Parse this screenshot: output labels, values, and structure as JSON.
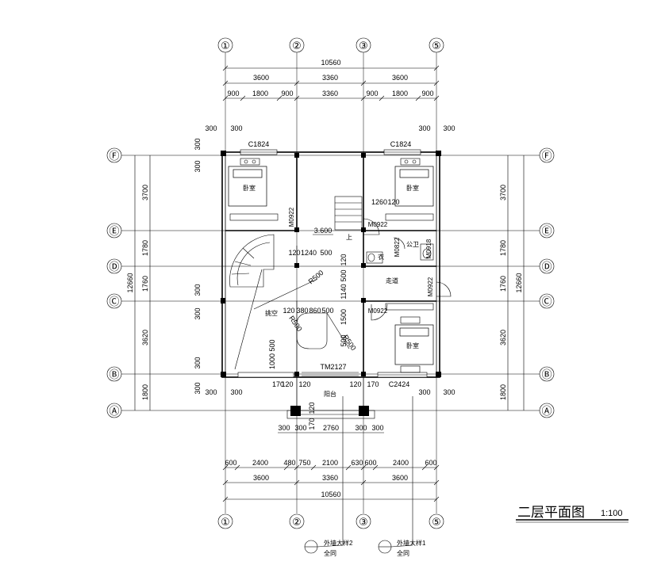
{
  "title": {
    "text": "二层平面图",
    "scale": "1:100"
  },
  "axes_vertical": [
    "①",
    "②",
    "③",
    "⑤"
  ],
  "axes_horizontal": [
    "Ⓕ",
    "Ⓔ",
    "Ⓓ",
    "Ⓒ",
    "Ⓑ",
    "Ⓐ"
  ],
  "dims_top": {
    "total": "10560",
    "mid": [
      "3600",
      "3360",
      "3600"
    ],
    "detail": [
      "900",
      "1800",
      "900",
      "3360",
      "900",
      "1800",
      "900"
    ]
  },
  "dims_bottom": {
    "detail": [
      "600",
      "2400",
      "480",
      "750",
      "2100",
      "630",
      "600",
      "2400",
      "600"
    ],
    "mid": [
      "3600",
      "3360",
      "3600"
    ],
    "total": "10560"
  },
  "dims_side": {
    "parts": [
      "3700",
      "1780",
      "1760",
      "3620",
      "1800"
    ],
    "total": "12660"
  },
  "small_dims": [
    "300",
    "300",
    "300",
    "300",
    "300",
    "300",
    "300",
    "300",
    "300",
    "300",
    "300",
    "300",
    "300",
    "300"
  ],
  "windows": [
    "C1824",
    "C1824",
    "C2424"
  ],
  "doors": [
    "M0922",
    "M0922",
    "M0922",
    "M0922",
    "M0822",
    "TM2127",
    "M0918"
  ],
  "rooms": {
    "bedroom": "卧室",
    "toilet": "公卫",
    "corridor": "走道",
    "void": "挑空",
    "balcony": "阳台",
    "closet": "衣"
  },
  "inner_dims": [
    "1260",
    "120",
    "3.600",
    "120",
    "1240",
    "500",
    "120",
    "500",
    "1140",
    "120",
    "380",
    "860",
    "500",
    "1500",
    "500",
    "1000",
    "500",
    "120",
    "170",
    "120",
    "120",
    "170",
    "120",
    "170",
    "300",
    "300",
    "2760",
    "300",
    "300",
    "R500",
    "R500",
    "R500",
    "上"
  ],
  "callouts": [
    {
      "label": "外墙大样2",
      "sub": "全同"
    },
    {
      "label": "外墙大样1",
      "sub": "全同"
    }
  ]
}
